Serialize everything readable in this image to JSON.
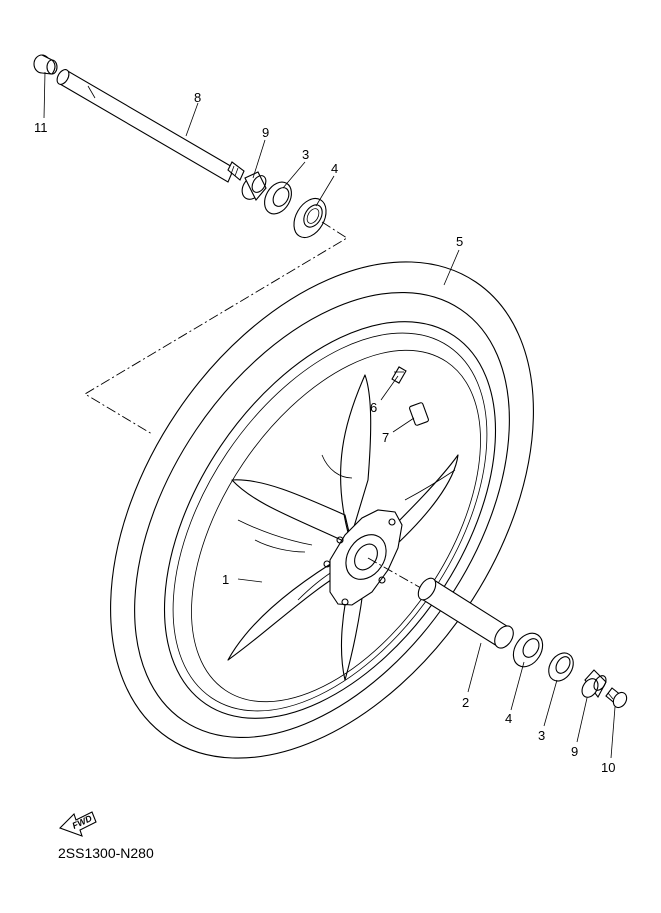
{
  "callouts": {
    "c1": "1",
    "c2": "2",
    "c3a": "3",
    "c3b": "3",
    "c4a": "4",
    "c4b": "4",
    "c5": "5",
    "c6": "6",
    "c7": "7",
    "c8": "8",
    "c9a": "9",
    "c9b": "9",
    "c10": "10",
    "c11": "11"
  },
  "fwd_label": "FWD",
  "diagram_code": "2SS1300-N280",
  "icons": {
    "fwd": "forward-arrow-icon"
  }
}
